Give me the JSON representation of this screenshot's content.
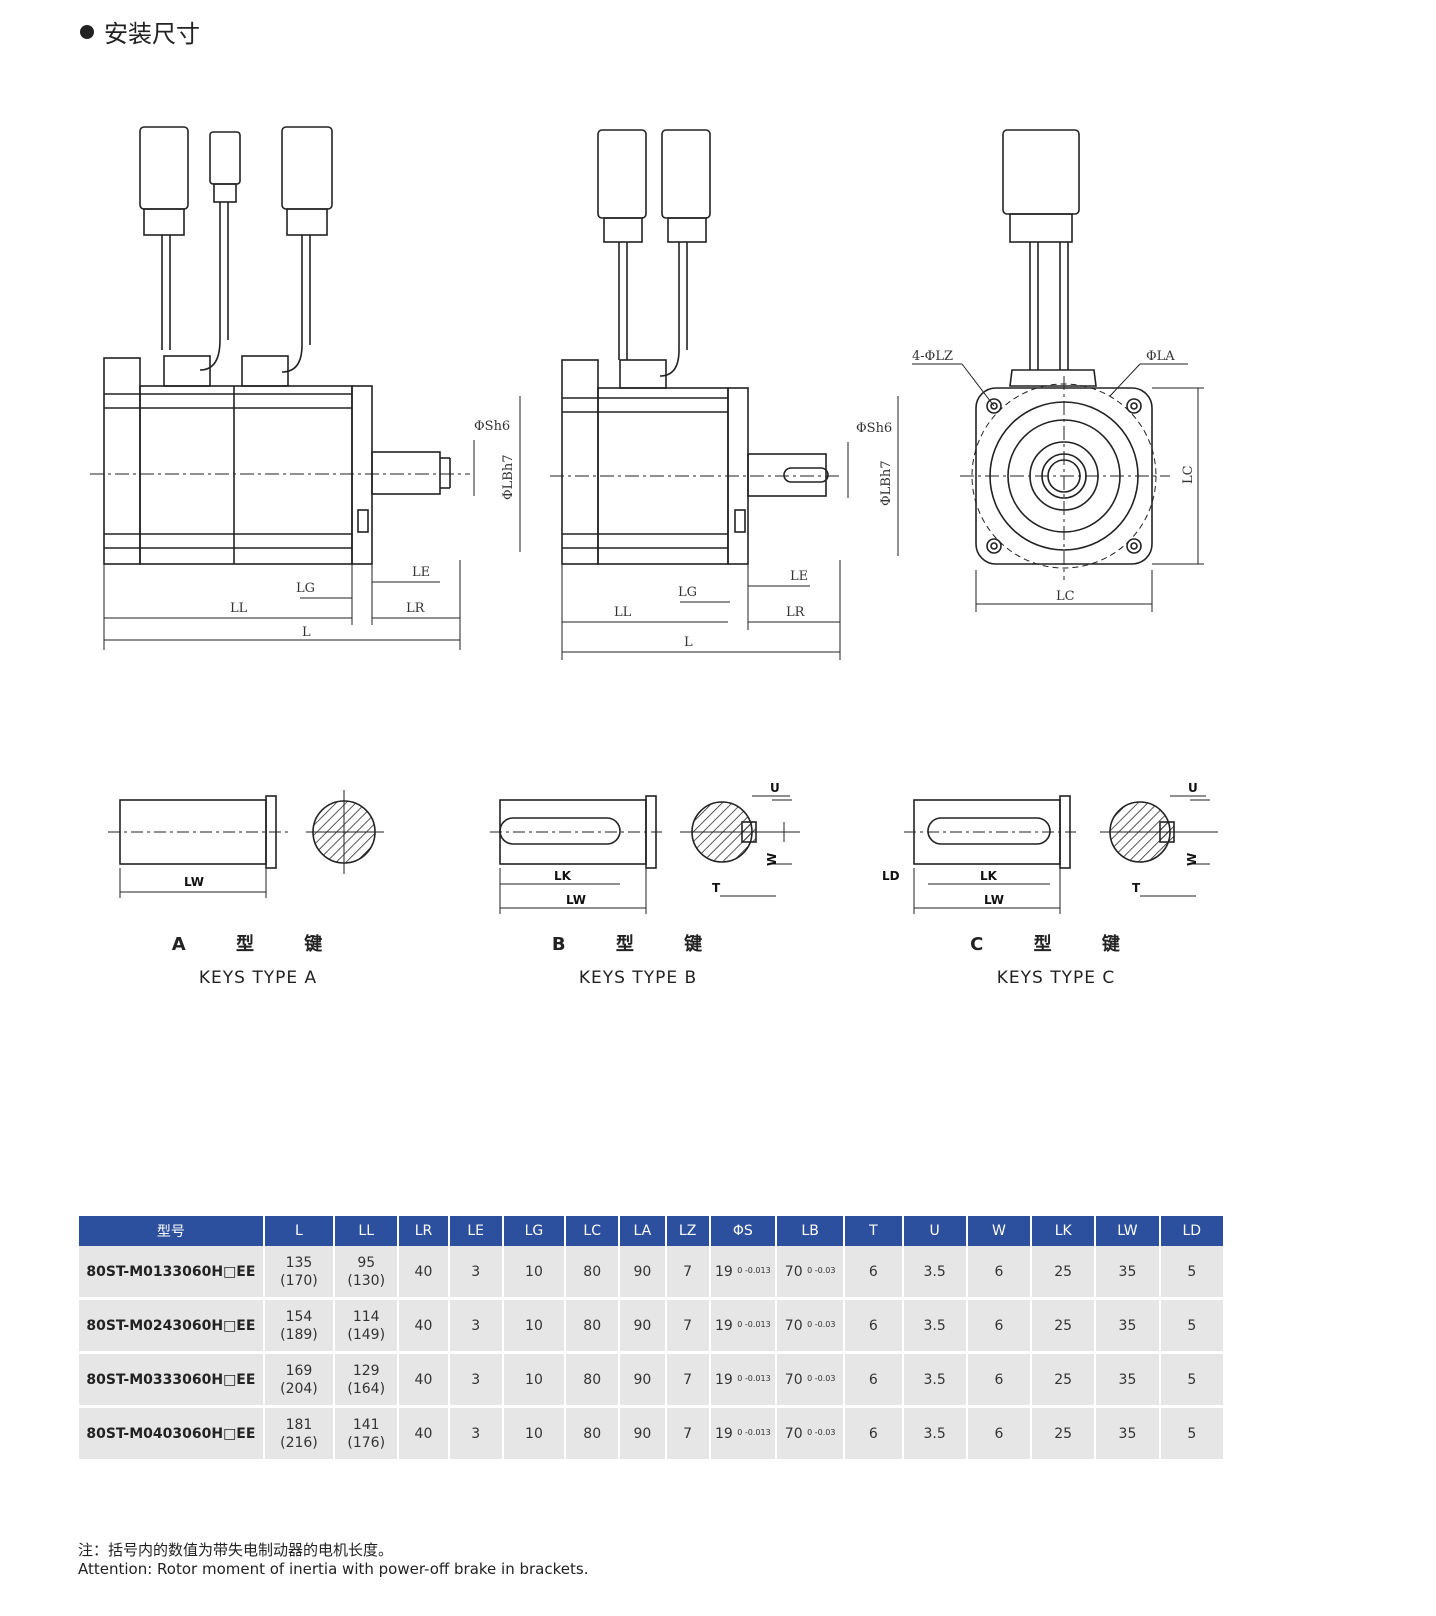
{
  "section_title": "安装尺寸",
  "drawing_labels": {
    "phi_sh6": "ΦSh6",
    "phi_lbh7": "ΦLBh7",
    "le": "LE",
    "lg": "LG",
    "ll": "LL",
    "lr": "LR",
    "l": "L",
    "four_phi_lz": "4-ΦLZ",
    "phi_la": "ΦLA",
    "lc": "LC",
    "u": "U",
    "w": "W",
    "t": "T",
    "lk": "LK",
    "lw": "LW",
    "ld": "LD"
  },
  "key_types": [
    {
      "cn": "A 型 键",
      "en": "KEYS TYPE A"
    },
    {
      "cn": "B 型 键",
      "en": "KEYS TYPE B"
    },
    {
      "cn": "C 型 键",
      "en": "KEYS TYPE C"
    }
  ],
  "table": {
    "headers": [
      "型号",
      "L",
      "LL",
      "LR",
      "LE",
      "LG",
      "LC",
      "LA",
      "LZ",
      "ΦS",
      "LB",
      "T",
      "U",
      "W",
      "LK",
      "LW",
      "LD"
    ],
    "rows": [
      {
        "model": "80ST-M0133060H□EE",
        "L": "135",
        "L_brake": "(170)",
        "LL": "95",
        "LL_brake": "(130)",
        "LR": "40",
        "LE": "3",
        "LG": "10",
        "LC": "80",
        "LA": "90",
        "LZ": "7",
        "S": "19",
        "S_tol": "0 -0.013",
        "LB": "70",
        "LB_tol": "0 -0.03",
        "T": "6",
        "U": "3.5",
        "W": "6",
        "LK": "25",
        "LW": "35",
        "LD": "5"
      },
      {
        "model": "80ST-M0243060H□EE",
        "L": "154",
        "L_brake": "(189)",
        "LL": "114",
        "LL_brake": "(149)",
        "LR": "40",
        "LE": "3",
        "LG": "10",
        "LC": "80",
        "LA": "90",
        "LZ": "7",
        "S": "19",
        "S_tol": "0 -0.013",
        "LB": "70",
        "LB_tol": "0 -0.03",
        "T": "6",
        "U": "3.5",
        "W": "6",
        "LK": "25",
        "LW": "35",
        "LD": "5"
      },
      {
        "model": "80ST-M0333060H□EE",
        "L": "169",
        "L_brake": "(204)",
        "LL": "129",
        "LL_brake": "(164)",
        "LR": "40",
        "LE": "3",
        "LG": "10",
        "LC": "80",
        "LA": "90",
        "LZ": "7",
        "S": "19",
        "S_tol": "0 -0.013",
        "LB": "70",
        "LB_tol": "0 -0.03",
        "T": "6",
        "U": "3.5",
        "W": "6",
        "LK": "25",
        "LW": "35",
        "LD": "5"
      },
      {
        "model": "80ST-M0403060H□EE",
        "L": "181",
        "L_brake": "(216)",
        "LL": "141",
        "LL_brake": "(176)",
        "LR": "40",
        "LE": "3",
        "LG": "10",
        "LC": "80",
        "LA": "90",
        "LZ": "7",
        "S": "19",
        "S_tol": "0 -0.013",
        "LB": "70",
        "LB_tol": "0 -0.03",
        "T": "6",
        "U": "3.5",
        "W": "6",
        "LK": "25",
        "LW": "35",
        "LD": "5"
      }
    ]
  },
  "note_cn": "注：括号内的数值为带失电制动器的电机长度。",
  "note_en": "Attention:   Rotor moment of inertia with power-off brake in brackets."
}
